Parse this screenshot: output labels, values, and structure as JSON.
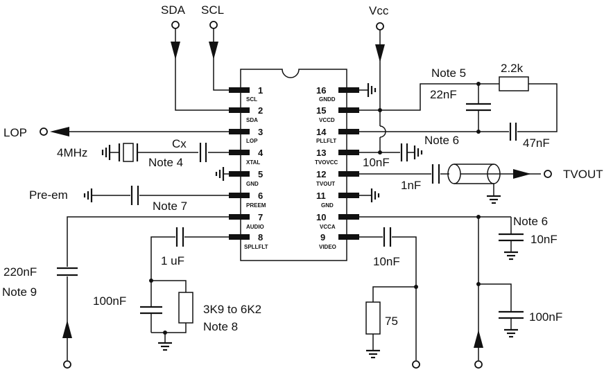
{
  "signals": {
    "sda": "SDA",
    "scl": "SCL",
    "vcc": "Vcc",
    "lop": "LOP",
    "tvout": "TVOUT"
  },
  "pins_left": [
    {
      "num": "1",
      "name": "SCL"
    },
    {
      "num": "2",
      "name": "SDA"
    },
    {
      "num": "3",
      "name": "LOP"
    },
    {
      "num": "4",
      "name": "XTAL"
    },
    {
      "num": "5",
      "name": "GND"
    },
    {
      "num": "6",
      "name": "PREEM"
    },
    {
      "num": "7",
      "name": "AUDIO"
    },
    {
      "num": "8",
      "name": "SPLLFLT"
    }
  ],
  "pins_right": [
    {
      "num": "16",
      "name": "GNDD"
    },
    {
      "num": "15",
      "name": "VCCD"
    },
    {
      "num": "14",
      "name": "PLLFLT"
    },
    {
      "num": "13",
      "name": "TVOVCC"
    },
    {
      "num": "12",
      "name": "TVOUT"
    },
    {
      "num": "11",
      "name": "GND"
    },
    {
      "num": "10",
      "name": "VCCA"
    },
    {
      "num": "9",
      "name": "VIDEO"
    }
  ],
  "labels": {
    "note5": "Note 5",
    "r_2k2": "2.2k",
    "c_22nf": "22nF",
    "note6_top": "Note 6",
    "c_47nf": "47nF",
    "c_10nf_13": "10nF",
    "c_1nf": "1nF",
    "note6_right": "Note 6",
    "c_10nf_right": "10nF",
    "c_100nf_right": "100nF",
    "c_10nf_video": "10nF",
    "r_75": "75",
    "xtal": "4MHz",
    "cx": "Cx",
    "note4": "Note 4",
    "preem": "Pre-em",
    "note7": "Note 7",
    "c_220nf": "220nF",
    "note9": "Note 9",
    "c_1uf": "1 uF",
    "c_100nf_left": "100nF",
    "r_range": "3K9 to 6K2",
    "note8": "Note 8"
  }
}
